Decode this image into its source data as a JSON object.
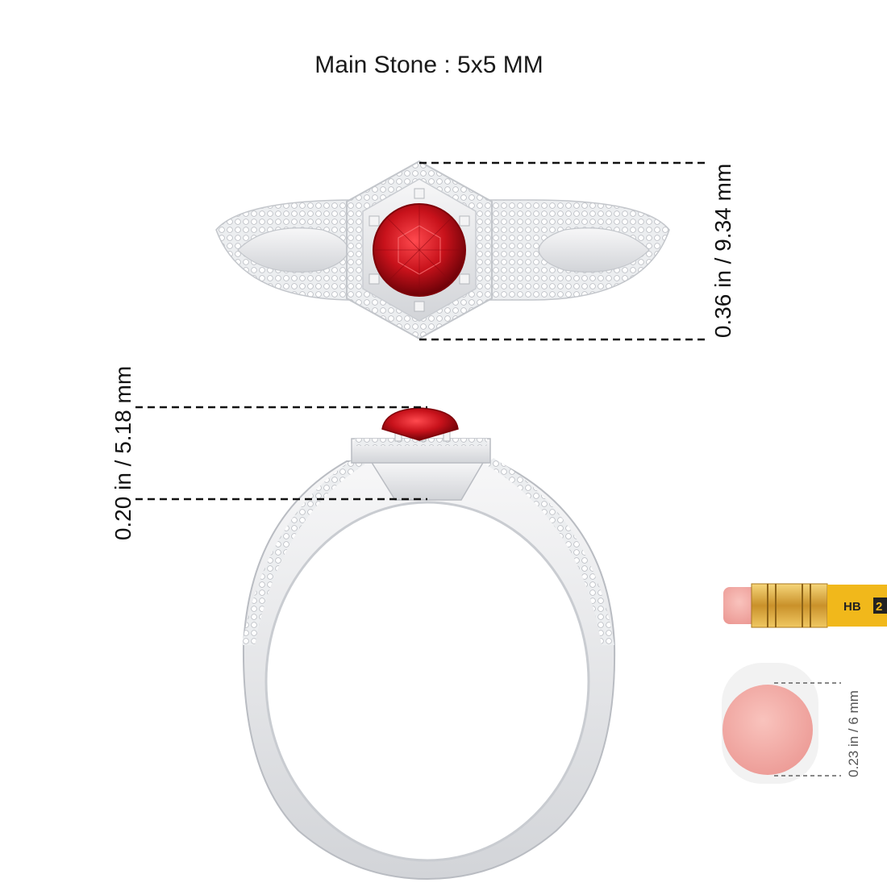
{
  "main_stone_label": "Main Stone : 5x5 MM",
  "top_width_label": "0.36 in / 9.34 mm",
  "side_height_label": "0.20 in / 5.18 mm",
  "eraser_label": "0.23 in / 6 mm",
  "pencil_grade": "HB",
  "pencil_grade_number": "2",
  "colors": {
    "metal": "#e9eaec",
    "metal_dark": "#bfc2c7",
    "stone": "#c8121b",
    "stone_dark": "#7e0209",
    "pencil_yellow": "#f1b81b",
    "ferrule_gold": "#d9a83a",
    "eraser_pink": "#f3a6a1"
  }
}
